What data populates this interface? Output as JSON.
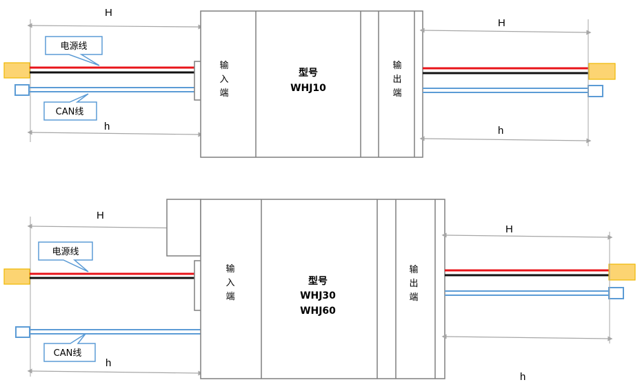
{
  "labels": {
    "H": "H",
    "h": "h",
    "power_wire": "电源线",
    "can_wire": "CAN线",
    "input_chars": [
      "输",
      "入",
      "端"
    ],
    "output_chars": [
      "输",
      "出",
      "端"
    ],
    "model_label": "型号"
  },
  "top_unit": {
    "models": [
      "WHJ10"
    ]
  },
  "bottom_unit": {
    "models": [
      "WHJ30",
      "WHJ60"
    ]
  },
  "colors": {
    "power_red": "#e8141a",
    "wire_black": "#111111",
    "can_blue": "#5b9bd5",
    "connector_fill": "#fcd472",
    "connector_stroke": "#f0b800",
    "box_stroke": "#7f7f7f",
    "dim_line": "#a6a6a6"
  }
}
